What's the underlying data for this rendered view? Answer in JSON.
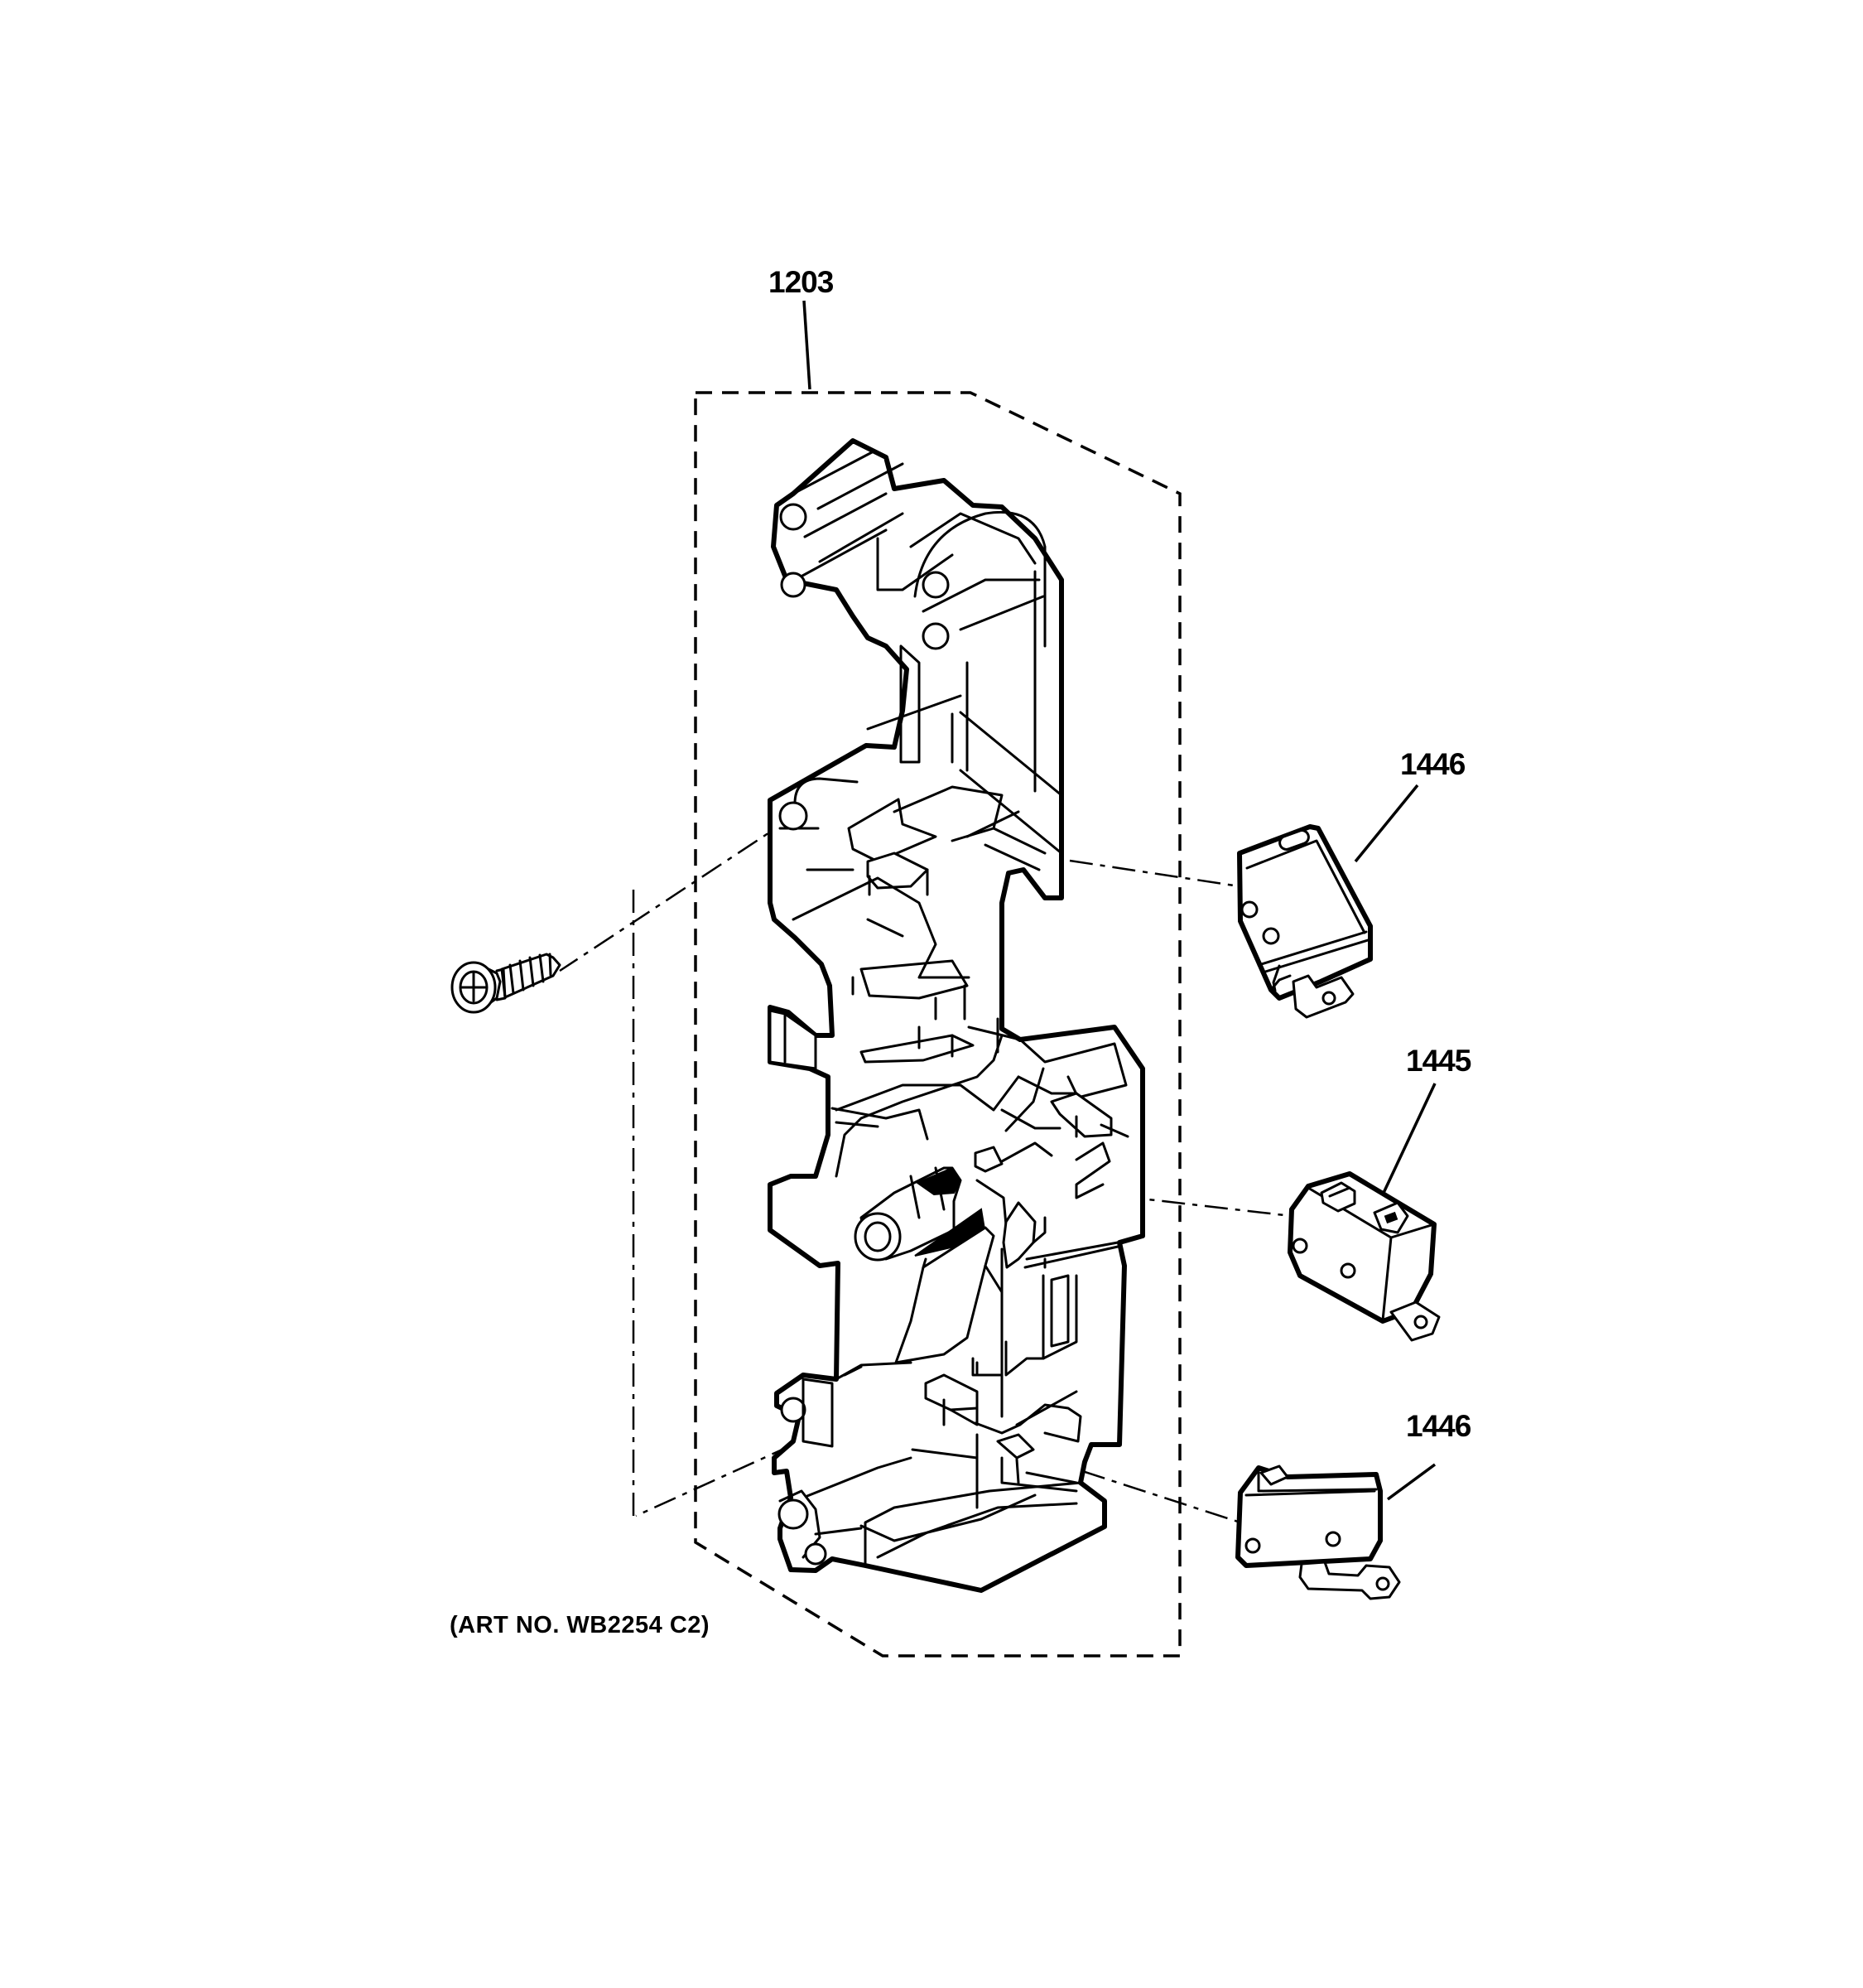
{
  "diagram": {
    "callouts": {
      "bracket": "1203",
      "switch_top": "1446",
      "switch_middle": "1445",
      "switch_bottom": "1446"
    },
    "art_number": "(ART NO. WB2254 C2)"
  },
  "style": {
    "line_color": "#000000",
    "background": "#ffffff"
  }
}
